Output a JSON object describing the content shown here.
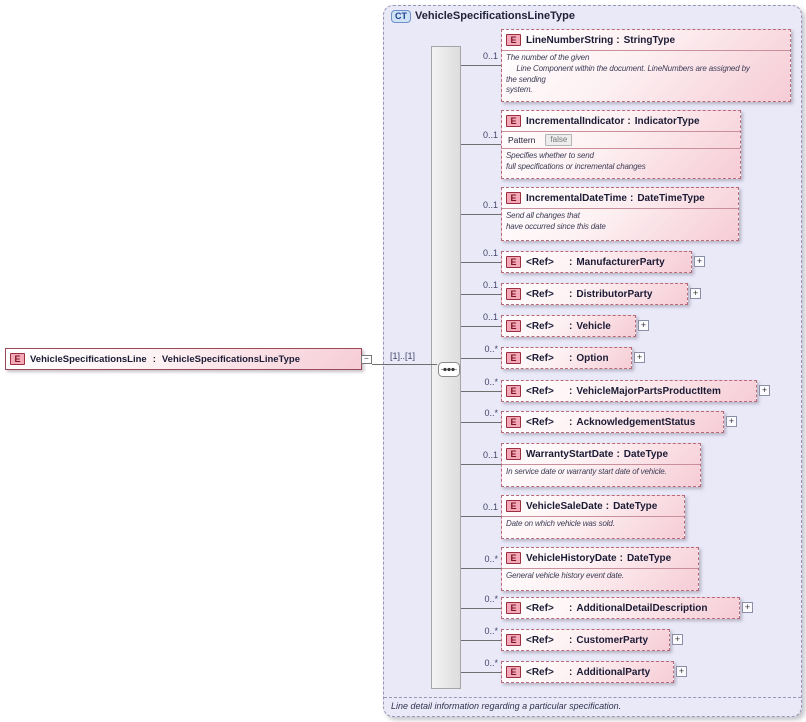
{
  "colon": ":",
  "icons": {
    "expand": "+",
    "collapse": "−",
    "sequence": "sequence-compositor"
  },
  "colors": {
    "element_border": "#b96a78",
    "element_fill": "#f6ccd6",
    "container_bg": "#e9e9f8",
    "element_badge_bg": "#f4a9b8",
    "complextype_badge_bg": "#cfe2f6"
  },
  "root": {
    "badge": "E",
    "name": "VehicleSpecificationsLine",
    "type": "VehicleSpecificationsLineType",
    "cardinality": "[1]..[1]"
  },
  "ct": {
    "badge": "CT",
    "title": "VehicleSpecificationsLineType",
    "footer": "Line detail information regarding a particular specification.",
    "items": [
      {
        "badge": "E",
        "name": "LineNumberString",
        "type": "StringType",
        "cardinality": "0..1",
        "annotation": "The number of the given\n     Line Component within the document. LineNumbers are assigned by\nthe sending\nsystem."
      },
      {
        "badge": "E",
        "name": "IncrementalIndicator",
        "type": "IndicatorType",
        "cardinality": "0..1",
        "pattern_label": "Pattern",
        "pattern_value": "false",
        "annotation": "Specifies whether to send\nfull specifications or incremental changes"
      },
      {
        "badge": "E",
        "name": "IncrementalDateTime",
        "type": "DateTimeType",
        "cardinality": "0..1",
        "annotation": "Send all changes that\nhave occurred since this date"
      },
      {
        "badge": "E",
        "name": "<Ref>",
        "type": "ManufacturerParty",
        "cardinality": "0..1"
      },
      {
        "badge": "E",
        "name": "<Ref>",
        "type": "DistributorParty",
        "cardinality": "0..1"
      },
      {
        "badge": "E",
        "name": "<Ref>",
        "type": "Vehicle",
        "cardinality": "0..1"
      },
      {
        "badge": "E",
        "name": "<Ref>",
        "type": "Option",
        "cardinality": "0..*"
      },
      {
        "badge": "E",
        "name": "<Ref>",
        "type": "VehicleMajorPartsProductItem",
        "cardinality": "0..*"
      },
      {
        "badge": "E",
        "name": "<Ref>",
        "type": "AcknowledgementStatus",
        "cardinality": "0..*"
      },
      {
        "badge": "E",
        "name": "WarrantyStartDate",
        "type": "DateType",
        "cardinality": "0..1",
        "annotation": "In service date or warranty start date of vehicle."
      },
      {
        "badge": "E",
        "name": "VehicleSaleDate",
        "type": "DateType",
        "cardinality": "0..1",
        "annotation": "Date on which vehicle was sold."
      },
      {
        "badge": "E",
        "name": "VehicleHistoryDate",
        "type": "DateType",
        "cardinality": "0..*",
        "annotation": "General vehicle history event date."
      },
      {
        "badge": "E",
        "name": "<Ref>",
        "type": "AdditionalDetailDescription",
        "cardinality": "0..*"
      },
      {
        "badge": "E",
        "name": "<Ref>",
        "type": "CustomerParty",
        "cardinality": "0..*"
      },
      {
        "badge": "E",
        "name": "<Ref>",
        "type": "AdditionalParty",
        "cardinality": "0..*"
      }
    ]
  }
}
